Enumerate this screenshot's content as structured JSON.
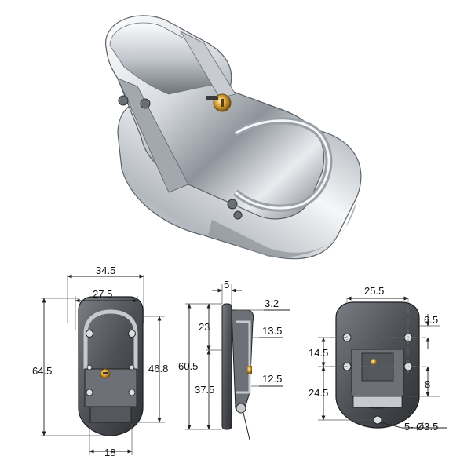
{
  "colors": {
    "chrome_light": "#f2f4f6",
    "chrome_mid": "#b9bec4",
    "chrome_dark": "#6b7077",
    "drawing_body": "#5b5e63",
    "brass": "#c9962e"
  },
  "photo": {
    "icon": "chrome-latch-photo"
  },
  "front_view": {
    "dim_width_total": "34.5",
    "dim_width_hasp": "27.5",
    "dim_height_total": "64.5",
    "dim_height_hasp": "46.8",
    "dim_bottom_width": "18"
  },
  "side_view": {
    "dim_top": "5",
    "dim_thickness": "3.2",
    "dim_upper": "23",
    "dim_total": "60.5",
    "dim_lower": "37.5",
    "dim_right_upper": "13.5",
    "dim_right_lower": "12.5"
  },
  "back_view": {
    "dim_hole_spacing": "25.5",
    "dim_top_hole": "6.5",
    "dim_mid": "14.5",
    "dim_right": "8",
    "dim_lower": "24.5",
    "hole_note": "5- Ø3.5"
  }
}
